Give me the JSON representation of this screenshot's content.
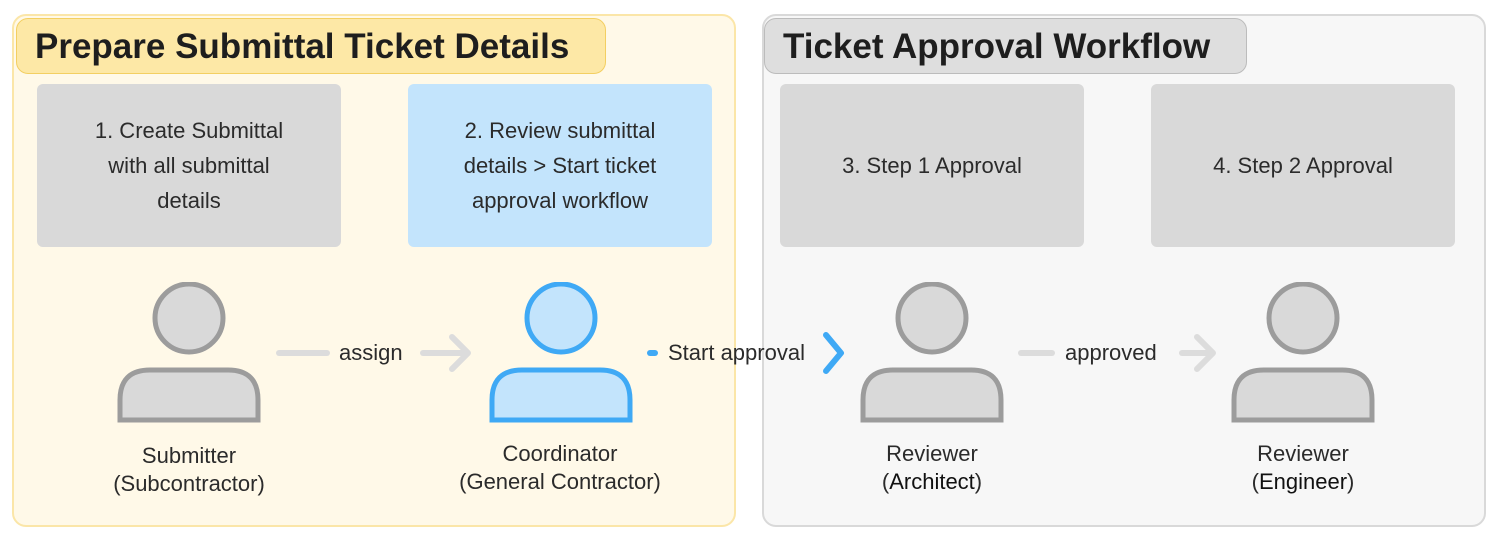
{
  "panels": {
    "prepare": {
      "title": "Prepare Submittal Ticket Details"
    },
    "approval": {
      "title": "Ticket Approval Workflow"
    }
  },
  "steps": [
    {
      "lines": [
        "1. Create Submittal",
        "with all submittal",
        "details"
      ]
    },
    {
      "lines": [
        "2. Review submittal",
        "details > Start ticket",
        "approval workflow"
      ]
    },
    {
      "lines": [
        "3. Step 1 Approval"
      ]
    },
    {
      "lines": [
        "4. Step 2 Approval"
      ]
    }
  ],
  "actors": [
    {
      "role": "Submitter",
      "org": "(Subcontractor)",
      "icon": "person-icon"
    },
    {
      "role": "Coordinator",
      "org": "(General Contractor)",
      "icon": "person-icon"
    },
    {
      "role": "Reviewer",
      "org_prefix": "(",
      "org": "Architect",
      "org_suffix": ")",
      "icon": "person-icon"
    },
    {
      "role": "Reviewer",
      "org_prefix": "(",
      "org": "Engineer",
      "org_suffix": ")",
      "icon": "person-icon"
    }
  ],
  "connectors": [
    {
      "label": "assign"
    },
    {
      "label": "Start approval"
    },
    {
      "label": "approved"
    }
  ],
  "colors": {
    "gray_fill": "#d9d9d9",
    "gray_stroke": "#9c9c9c",
    "blue_fill": "#c3e4fc",
    "blue_stroke": "#3fa9f5",
    "arrow_gray": "#dcdcdc"
  }
}
